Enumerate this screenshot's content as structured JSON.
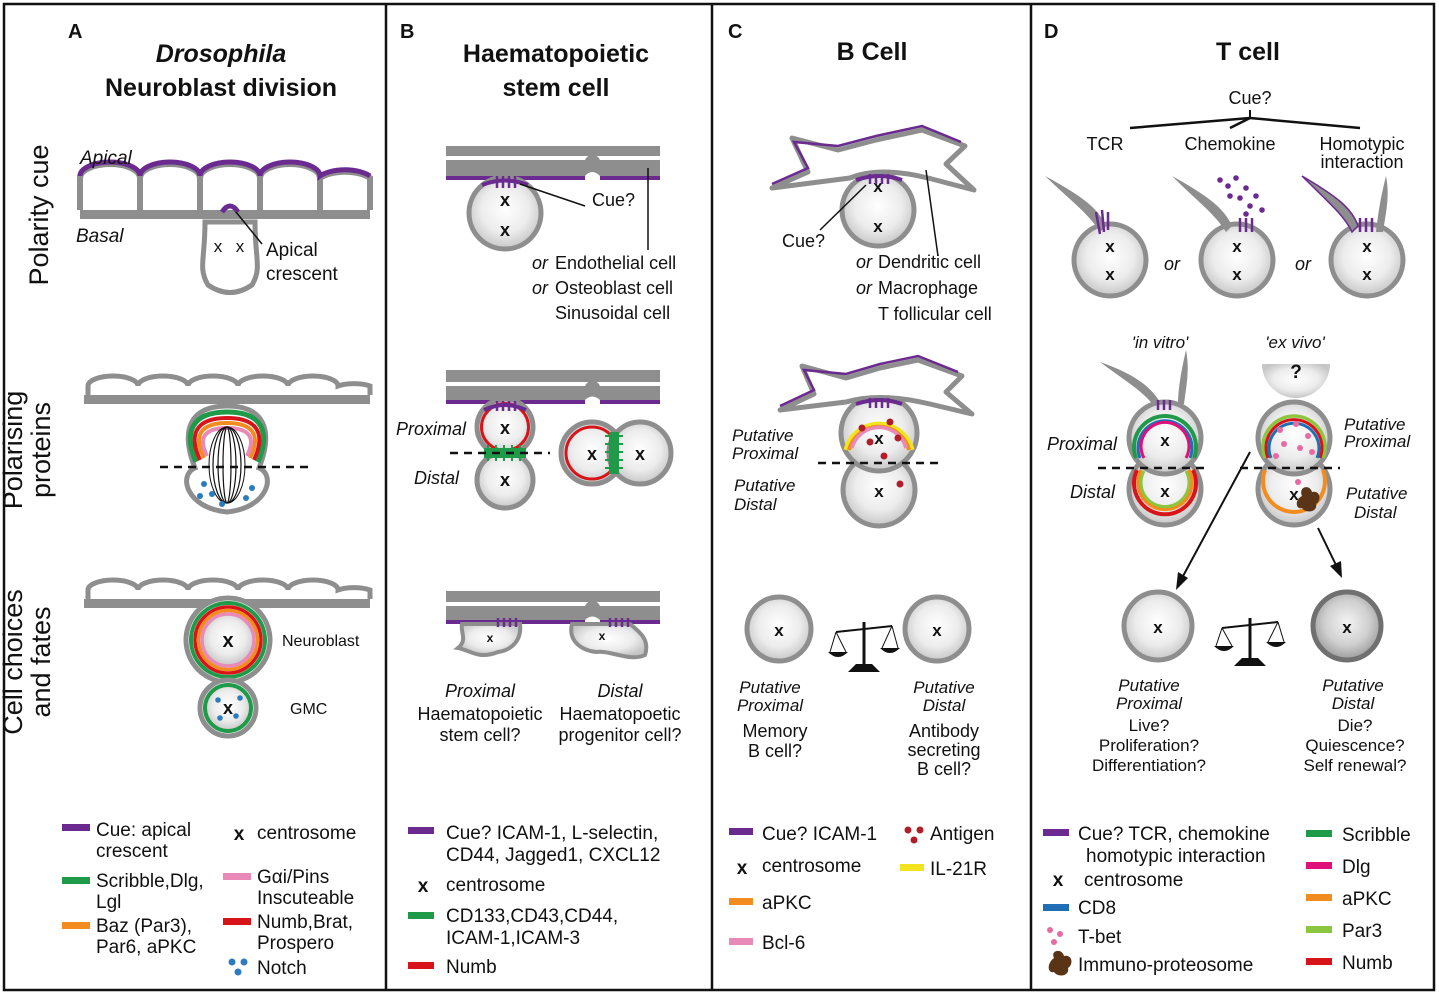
{
  "panelA": {
    "letter": "A",
    "title1": "Drosophila",
    "title2": "Neuroblast division",
    "apical": "Apical",
    "basal": "Basal",
    "crescent1": "Apical",
    "crescent2": "crescent",
    "neuroblast": "Neuroblast",
    "gmc": "GMC",
    "legend": {
      "cue1": "Cue: apical",
      "cue2": "crescent",
      "scr1": "Scribble,Dlg,",
      "scr2": "Lgl",
      "baz1": "Baz (Par3),",
      "baz2": "Par6, aPKC",
      "cent": "centrosome",
      "gai1": "Gαi/Pins",
      "gai2": "Inscuteable",
      "numb1": "Numb,Brat,",
      "numb2": "Prospero",
      "notch": "Notch"
    }
  },
  "rows": {
    "row1": "Polarity cue",
    "row2a": "Polarising",
    "row2b": "proteins",
    "row3a": "Cell  choices",
    "row3b": "and fates"
  },
  "panelB": {
    "letter": "B",
    "title1": "Haematopoietic",
    "title2": "stem cell",
    "cue": "Cue?",
    "or": "or",
    "endo": "Endothelial cell",
    "osteo": "Osteoblast cell",
    "sinus": "Sinusoidal cell",
    "proximal": "Proximal",
    "distal": "Distal",
    "fateP1": "Proximal",
    "fateP2": "Haematopoietic",
    "fateP3": "stem cell?",
    "fateD1": "Distal",
    "fateD2": "Haematopoetic",
    "fateD3": "progenitor cell?",
    "legend": {
      "cue1": "Cue? ICAM-1, L-selectin,",
      "cue2": "CD44, Jagged1, CXCL12",
      "cent": "centrosome",
      "cd1": "CD133,CD43,CD44,",
      "cd2": "ICAM-1,ICAM-3",
      "numb": "Numb"
    }
  },
  "panelC": {
    "letter": "C",
    "title": "B Cell",
    "cue": "Cue?",
    "or": "or",
    "dend": "Dendritic cell",
    "macro": "Macrophage",
    "tfol": "T follicular cell",
    "putP1": "Putative",
    "putP2": "Proximal",
    "putD1": "Putative",
    "putD2": "Distal",
    "fateP1": "Putative",
    "fateP2": "Proximal",
    "fateP3": "Memory",
    "fateP4": "B cell?",
    "fateD1": "Putative",
    "fateD2": "Distal",
    "fateD3": "Antibody",
    "fateD4": "secreting",
    "fateD5": "B cell?",
    "legend": {
      "cue": "Cue? ICAM-1",
      "cent": "centrosome",
      "apkc": "aPKC",
      "bcl": "Bcl-6",
      "antigen": "Antigen",
      "il21": "IL-21R"
    }
  },
  "panelD": {
    "letter": "D",
    "title": "T cell",
    "cue": "Cue?",
    "tcr": "TCR",
    "chemo": "Chemokine",
    "homo1": "Homotypic",
    "homo2": "interaction",
    "or": "or",
    "invitro": "'in vitro'",
    "exvivo": "'ex vivo'",
    "q": "?",
    "proximal": "Proximal",
    "distal": "Distal",
    "putP1": "Putative",
    "putP2": "Proximal",
    "putD1": "Putative",
    "putD2": "Distal",
    "fateP1": "Putative",
    "fateP2": "Proximal",
    "fateP3": "Live?",
    "fateP4": "Proliferation?",
    "fateP5": "Differentiation?",
    "fateD1": "Putative",
    "fateD2": "Distal",
    "fateD3": "Die?",
    "fateD4": "Quiescence?",
    "fateD5": "Self renewal?",
    "legend": {
      "cue1": "Cue? TCR, chemokine",
      "cue2": "homotypic interaction",
      "cent": "centrosome",
      "cd8": "CD8",
      "tbet": "T-bet",
      "immuno": "Immuno-proteosome",
      "scr": "Scribble",
      "dlg": "Dlg",
      "apkc": "aPKC",
      "par3": "Par3",
      "numb": "Numb"
    }
  },
  "symbols": {
    "centrosome": "x"
  },
  "colors": {
    "cue": "#6a2a8f",
    "scribble": "#1f9a48",
    "apkc": "#f28c1e",
    "pink": "#e889b8",
    "numb": "#d7141a",
    "notch": "#2b7bbf",
    "cd8": "#1f6fb5",
    "dlg": "#e0107a",
    "par3": "#8cc63f",
    "il21": "#f2e520",
    "antigen": "#b01e2a",
    "tbet": "#e86aa0",
    "immuno": "#5a3417",
    "gray": "#8e8e8e"
  }
}
